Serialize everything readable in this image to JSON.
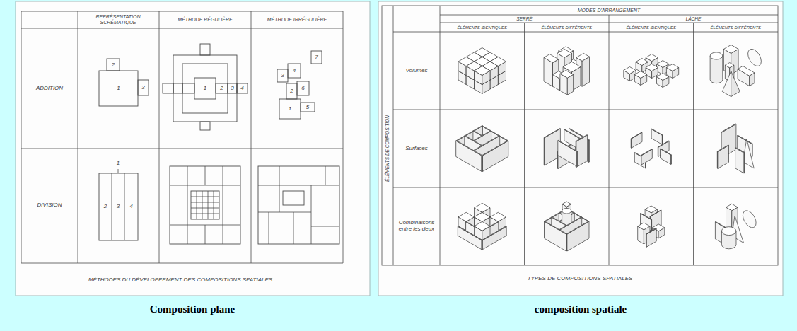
{
  "diagram": {
    "labels": [
      "REPRÉSENTATION SCHÉMATIQUE",
      "MÉTHODE RÉGULIÈRE",
      "MÉTHODE IRRÉGULIÈRE",
      "ADDITION",
      "DIVISION",
      "1",
      "2",
      "3",
      "1",
      "2",
      "3",
      "4",
      "1",
      "2",
      "3",
      "4",
      "5",
      "6",
      "7",
      "1",
      "2",
      "3",
      "4",
      "MÉTHODES DU DÉVELOPPEMENT DES COMPOSITIONS SPATIALES",
      "MODES D'ARRANGEMENT",
      "SERRÉ",
      "LÂCHE",
      "ÉLÉMENTS IDENTIQUES",
      "ÉLÉMENTS DIFFÉRENTS",
      "ÉLÉMENTS IDENTIQUES",
      "ÉLÉMENTS DIFFÉRENTS",
      "Volumes",
      "Surfaces",
      "Combinaisons entre les deux",
      "ÉLÉMENTS DE COMPOSITION",
      "TYPES DE COMPOSITIONS SPATIALES",
      "Composition plane",
      "composition spatiale"
    ]
  }
}
